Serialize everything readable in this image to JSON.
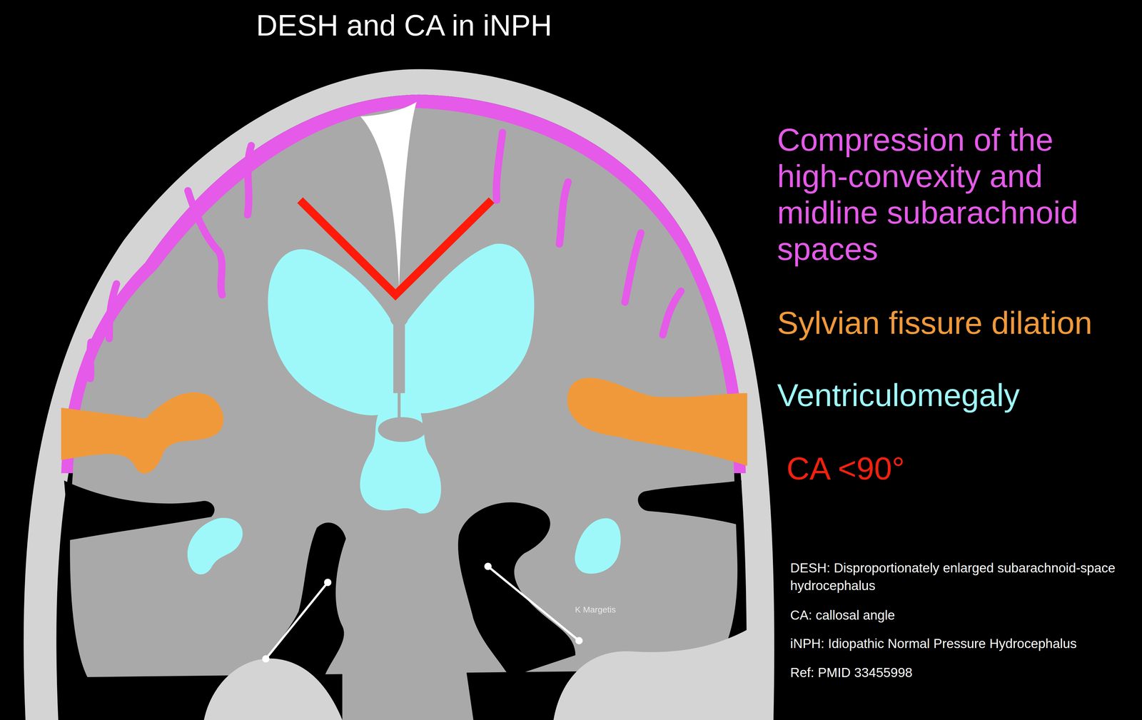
{
  "diagram": {
    "title": "DESH and CA in iNPH",
    "labels": [
      "Compression of the high-convexity and midline subarachnoid spaces",
      "Sylvian fissure dilation",
      "Ventriculomegaly",
      "CA <90°",
      "DESH: Disproportionately enlarged subarachnoid-space hydrocephalus",
      "CA: callosal angle",
      "iNPH: Idiopathic Normal Pressure Hydrocephalus",
      "Ref: PMID 33455998",
      "K Margetis"
    ]
  }
}
